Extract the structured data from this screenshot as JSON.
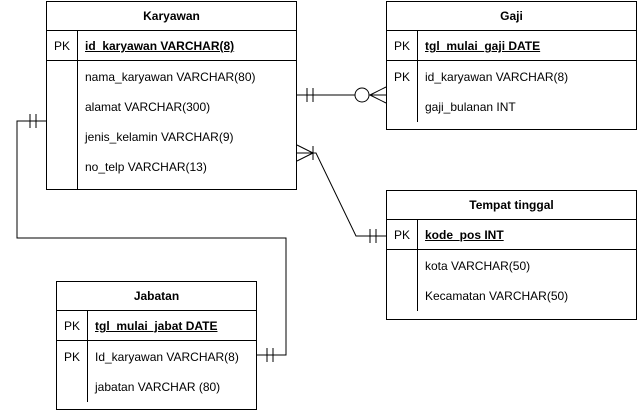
{
  "entities": {
    "karyawan": {
      "title": "Karyawan",
      "pk": [
        {
          "key": "PK",
          "field": "id_karyawan VARCHAR(8)"
        }
      ],
      "attrs": [
        {
          "key": "",
          "field": "nama_karyawan VARCHAR(80)"
        },
        {
          "key": "",
          "field": "alamat VARCHAR(300)"
        },
        {
          "key": "",
          "field": "jenis_kelamin VARCHAR(9)"
        },
        {
          "key": "",
          "field": "no_telp VARCHAR(13)"
        }
      ]
    },
    "gaji": {
      "title": "Gaji",
      "pk": [
        {
          "key": "PK",
          "field": "tgl_mulai_gaji DATE"
        }
      ],
      "attrs": [
        {
          "key": "PK",
          "field": "id_karyawan VARCHAR(8)"
        },
        {
          "key": "",
          "field": "gaji_bulanan INT"
        }
      ]
    },
    "tempat": {
      "title": "Tempat tinggal",
      "pk": [
        {
          "key": "PK",
          "field": "kode_pos INT"
        }
      ],
      "attrs": [
        {
          "key": "",
          "field": "kota VARCHAR(50)"
        },
        {
          "key": "",
          "field": "Kecamatan VARCHAR(50)"
        }
      ]
    },
    "jabatan": {
      "title": "Jabatan",
      "pk": [
        {
          "key": "PK",
          "field": "tgl_mulai_jabat DATE"
        }
      ],
      "attrs": [
        {
          "key": "PK",
          "field": "Id_karyawan VARCHAR(8)"
        },
        {
          "key": "",
          "field": "jabatan VARCHAR (80)"
        }
      ]
    }
  },
  "relationships": [
    {
      "from": "Karyawan",
      "to": "Gaji",
      "from_end": "one-mandatory",
      "to_end": "zero-or-many"
    },
    {
      "from": "Karyawan",
      "to": "Tempat tinggal",
      "from_end": "one-or-many",
      "to_end": "one-mandatory"
    },
    {
      "from": "Karyawan",
      "to": "Jabatan",
      "from_end": "one-mandatory",
      "to_end": "one-mandatory"
    }
  ]
}
